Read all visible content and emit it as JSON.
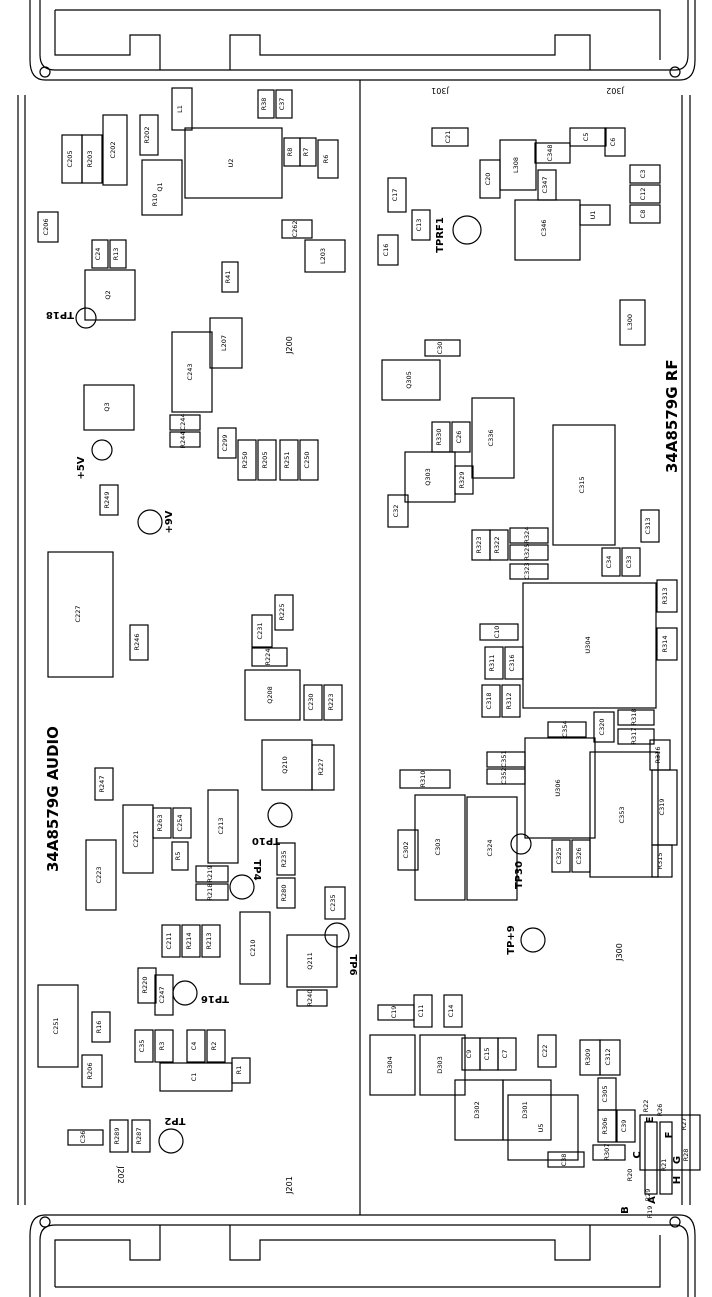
{
  "board": {
    "audio_title": "34A8579G AUDIO",
    "rf_title": "34A8579G RF",
    "connector_labels": [
      "J301",
      "J302",
      "J200",
      "J201",
      "J202",
      "J300"
    ],
    "test_points": [
      "TP18",
      "+5V",
      "+9V",
      "TP10",
      "TP4",
      "TP6",
      "TP16",
      "TP2",
      "TPRF1",
      "TP30",
      "TP+9"
    ],
    "tp_pin_labels": [
      "A",
      "B",
      "C",
      "E",
      "F",
      "G",
      "H"
    ],
    "components_audio": [
      "C205",
      "R203",
      "C202",
      "R202",
      "L1",
      "R38",
      "C37",
      "U2",
      "R8",
      "R7",
      "R6",
      "Q1",
      "R10",
      "C206",
      "C24",
      "R13",
      "Q2",
      "R41",
      "C262",
      "L203",
      "L207",
      "C243",
      "Q3",
      "C244",
      "R244",
      "C299",
      "R250",
      "R205",
      "R251",
      "C250",
      "R249",
      "C227",
      "R246",
      "R225",
      "C231",
      "R224",
      "Q208",
      "C230",
      "R223",
      "Q210",
      "R227",
      "R247",
      "C221",
      "R263",
      "C254",
      "R5",
      "C213",
      "C223",
      "R219",
      "R218",
      "R235",
      "R280",
      "C235",
      "C211",
      "R214",
      "R213",
      "C210",
      "Q211",
      "R240",
      "R220",
      "C247",
      "C251",
      "R16",
      "C35",
      "R3",
      "C4",
      "R2",
      "C1",
      "R1",
      "R206",
      "C36",
      "R289",
      "R287"
    ],
    "components_rf": [
      "C21",
      "C5",
      "C6",
      "C348",
      "L308",
      "C20",
      "C347",
      "C3",
      "C12",
      "C8",
      "C346",
      "U1",
      "C17",
      "C13",
      "C16",
      "L300",
      "C30",
      "Q305",
      "R330",
      "C26",
      "C336",
      "Q303",
      "R329",
      "C32",
      "C315",
      "C313",
      "R323",
      "R322",
      "R324",
      "R325",
      "C323",
      "C34",
      "C33",
      "R313",
      "C10",
      "U304",
      "R314",
      "R311",
      "C316",
      "C318",
      "R312",
      "C354",
      "C320",
      "R318",
      "R317",
      "R316",
      "C351",
      "C352",
      "R310",
      "U306",
      "C353",
      "C319",
      "C302",
      "C303",
      "C324",
      "C325",
      "C326",
      "R315",
      "C19",
      "C11",
      "C14",
      "D304",
      "D303",
      "C9",
      "C15",
      "C7",
      "C22",
      "R309",
      "C312",
      "D302",
      "D301",
      "U5",
      "C305",
      "R306",
      "C39",
      "R307",
      "C38",
      "R20",
      "R22",
      "R26",
      "R27",
      "R28",
      "R19",
      "R29",
      "R21"
    ]
  }
}
